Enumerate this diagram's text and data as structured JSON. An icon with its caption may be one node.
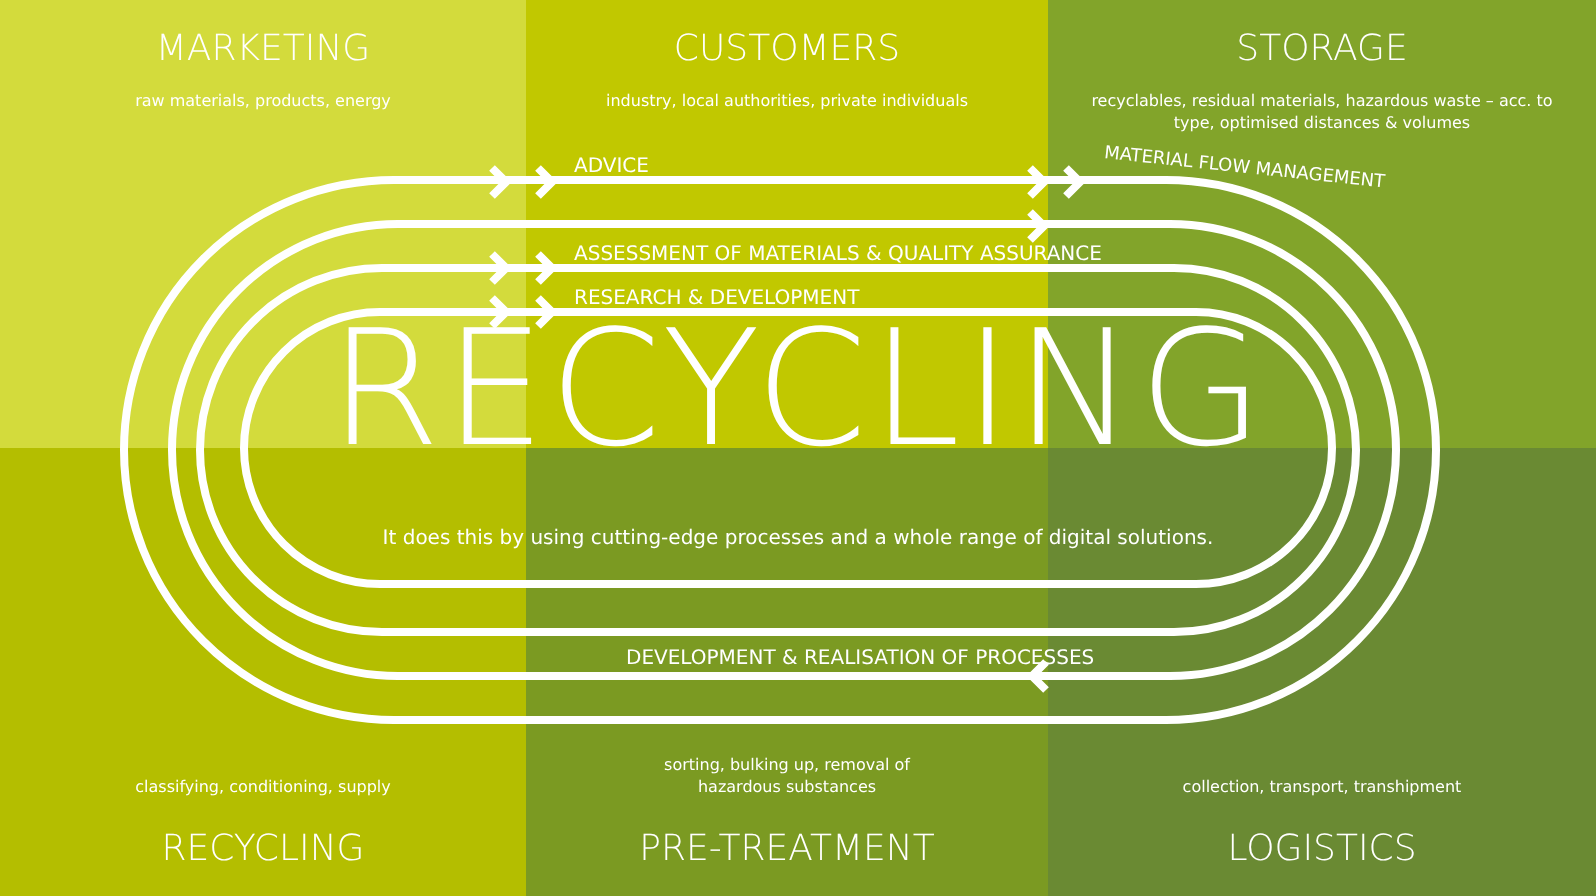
{
  "diagram": {
    "nodes": [
      {
        "text": [
          "MARKETING",
          "raw materials, products, energy"
        ]
      },
      {
        "text": [
          "CUSTOMERS",
          "industry, local authorities, private individuals"
        ]
      },
      {
        "text": [
          "STORAGE",
          "recyclables, residual materials, hazardous waste – acc. to type, optimised distances & volumes"
        ]
      },
      {
        "text": [
          "classifying, conditioning, supply",
          "RECYCLING"
        ]
      },
      {
        "text": [
          "sorting, bulking up, removal of hazardous substances",
          "PRE-TREATMENT"
        ]
      },
      {
        "text": [
          "collection, transport, transhipment",
          "LOGISTICS"
        ]
      }
    ],
    "edges": [],
    "labels": [
      "ADVICE",
      "MATERIAL FLOW MANAGEMENT",
      "ASSESSMENT OF MATERIALS & QUALITY ASSURANCE",
      "RESEARCH & DEVELOPMENT",
      "RECYCLING",
      "It does this by using cutting-edge processes and a whole range of digital solutions.",
      "DEVELOPMENT & REALISATION OF PROCESSES"
    ]
  }
}
